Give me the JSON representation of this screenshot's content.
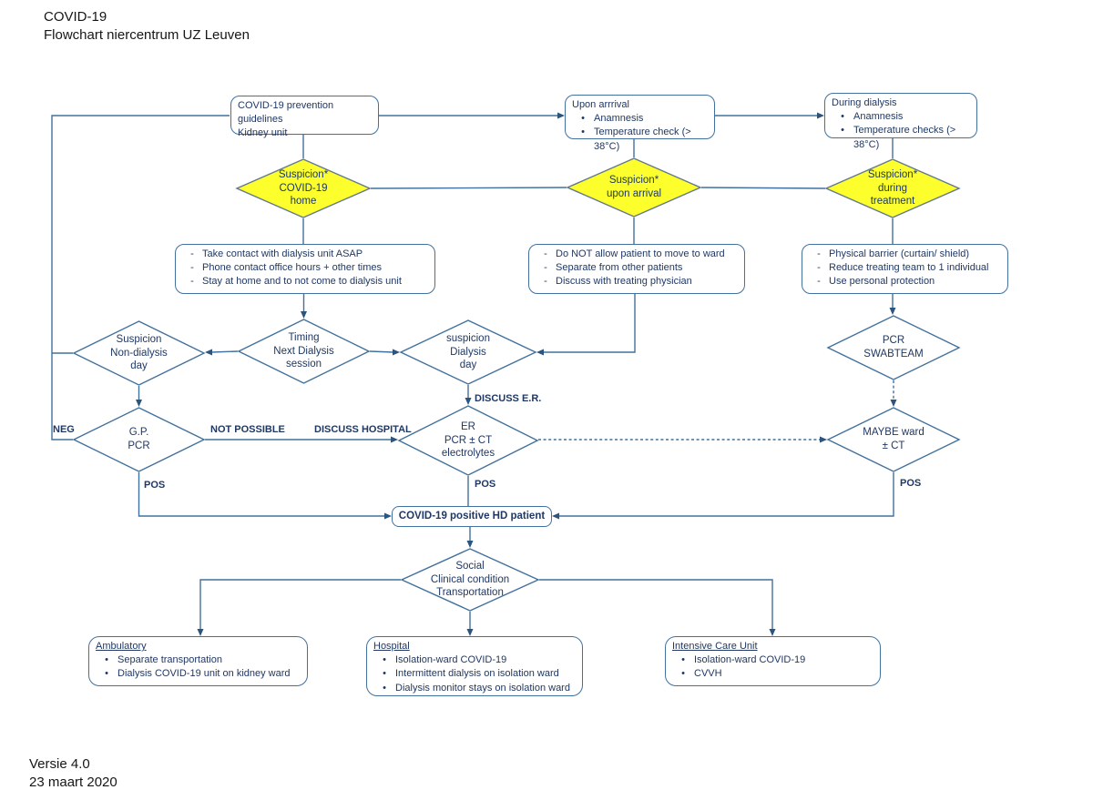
{
  "header": {
    "title": "COVID-19",
    "subtitle": "Flowchart niercentrum UZ Leuven"
  },
  "footer": {
    "version": "Versie 4.0",
    "date": "23 maart 2020"
  },
  "colors": {
    "accent_blue": "#41719C",
    "arrowhead_navy": "#2B547E",
    "text_navy": "#1F3864",
    "diamond_yellow": "#FCFF2B",
    "yellow_stroke": "#64788C"
  },
  "nodes": {
    "prevention": {
      "text": "COVID-19 prevention guidelines\nKidney unit"
    },
    "upon_arrival": {
      "title": "Upon arrrival",
      "items": [
        "Anamnesis",
        "Temperature check (> 38°C)"
      ]
    },
    "during_dialysis": {
      "title": "During dialysis",
      "items": [
        "Anamnesis",
        "Temperature checks (> 38°C)"
      ]
    },
    "suspicion_home": {
      "text": "Suspicion*\nCOVID-19\nhome"
    },
    "suspicion_arrival": {
      "text": "Suspicion*\nupon arrival"
    },
    "suspicion_treatment": {
      "text": "Suspicion*\nduring\ntreatment"
    },
    "home_actions": {
      "items": [
        "Take contact with dialysis unit ASAP",
        "Phone contact office hours + other times",
        "Stay at home and to not come to dialysis unit"
      ]
    },
    "arrival_actions": {
      "items": [
        "Do NOT allow patient to move to ward",
        "Separate from other patients",
        "Discuss with treating physician"
      ]
    },
    "treatment_actions": {
      "items": [
        "Physical barrier (curtain/ shield)",
        "Reduce treating team to 1 individual",
        "Use personal protection"
      ]
    },
    "non_dialysis_day": {
      "text": "Suspicion\nNon-dialysis\nday"
    },
    "timing": {
      "text": "Timing\nNext Dialysis\nsession"
    },
    "dialysis_day": {
      "text": "suspicion\nDialysis\nday"
    },
    "pcr_swabteam": {
      "text": "PCR\nSWABTEAM"
    },
    "gp_pcr": {
      "text": "G.P.\nPCR"
    },
    "er": {
      "text": "ER\nPCR ± CT\nelectrolytes"
    },
    "maybe_ward": {
      "text": "MAYBE ward\n± CT"
    },
    "positive_patient": {
      "text": "COVID-19 positive HD patient"
    },
    "triage": {
      "text": "Social\nClinical condition\nTransportation"
    },
    "ambulatory": {
      "title": "Ambulatory",
      "items": [
        "Separate transportation",
        "Dialysis COVID-19 unit on kidney ward"
      ]
    },
    "hospital": {
      "title": "Hospital",
      "items": [
        "Isolation-ward COVID-19",
        "Intermittent dialysis on isolation ward",
        "Dialysis monitor stays on isolation ward"
      ]
    },
    "icu": {
      "title": "Intensive Care Unit",
      "items": [
        "Isolation-ward COVID-19",
        "CVVH"
      ]
    }
  },
  "labels": {
    "neg": "NEG",
    "not_possible": "NOT POSSIBLE",
    "discuss_hospital": "DISCUSS HOSPITAL",
    "discuss_er": "DISCUSS E.R.",
    "pos_left": "POS",
    "pos_center": "POS",
    "pos_right": "POS"
  }
}
